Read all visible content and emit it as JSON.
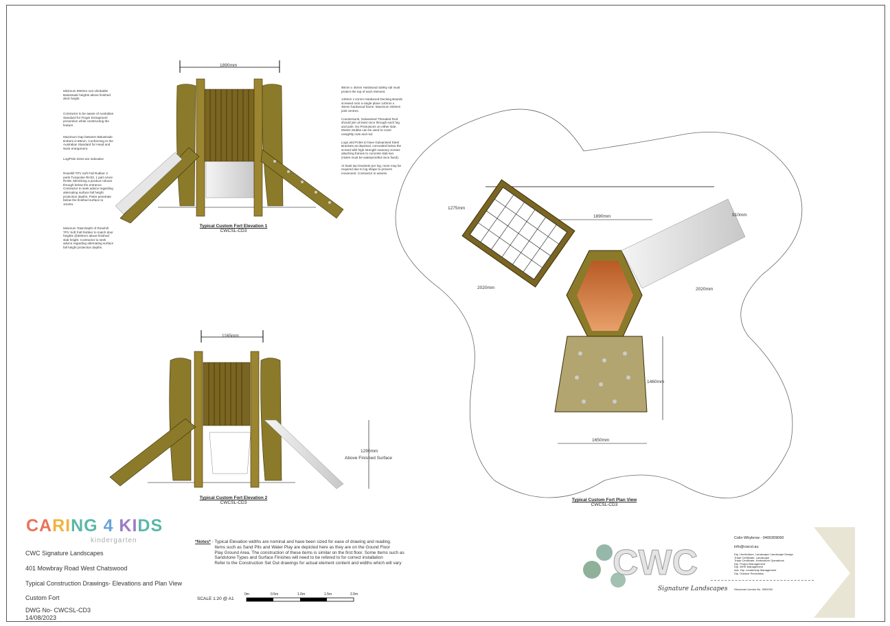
{
  "elevation1": {
    "caption": "Typical Custom Fort Elevation 1",
    "code": "CWCSL-CD3",
    "width_dim": "1890mm",
    "left_notes": [
      "Minimum 900mm non-climbable Balustrade heights above finished deck height",
      "Contractor to be aware of Australian Standard for Finger Entrapment prevention while constructing the feature",
      "Maximum Gap between Balustrade timbers is 89mm. Conforming to the Australian Standard for Head and Neck entrapment.",
      "Log/Pole Sizes are indicative",
      "Rosehill TPV Soft Fall Rubber 3 parts Turquoise RH33, 1 part Azure RH36. Mimicking a product colours through below the entrance. Contractor to seek advice regarding alternating surface fall height protection depths. Poles penetrate below the finished surface to 1metre.",
      "Minimum Total Depth of Rosehill TPV Soft Fall Rubber to match door heights @300mm above finished slab height. Contractor to seek advice regarding alternating surface fall height protection depths"
    ],
    "right_notes": [
      "90mm x 45mm Hardwood Safety rail must protect the top of each element.",
      "140mm x 21mm Hardwood Decking Boards screwed onto a single plane 140mm x 45mm hardwood frame. Maximum 450mm joist centres.",
      "Countersunk, Galvanised Threaded Rod should join at least once through each log and pole. No Protrusions on either side. Moses Stubbs can be used to cover unsightly nuts and rod.",
      "Logs and Poles to have Galvanised Steel Brackets as depicted, concealed below the screed with high strength masonry screws attaching frames to concrete slab two (Holes must be waterproofed once fixed).",
      "At least two brackets per log, more may be required due to log shape to prevent movement. Contractor to assess"
    ]
  },
  "elevation2": {
    "caption": "Typical Custom Fort Elevation 2",
    "code": "CWCSL-CD3",
    "width_dim": "1165mm",
    "height_dim": "1290mm",
    "height_note": "Above Finished Surface"
  },
  "plan": {
    "caption": "Typical Custom Fort Plan View",
    "code": "CWCSL-CD3",
    "dims": {
      "net_width": "1275mm",
      "top": "1890mm",
      "slide_width": "910mm",
      "net_length": "2020mm",
      "slide_length": "2020mm",
      "ramp_length": "1460mm",
      "ramp_width": "1650mm"
    }
  },
  "logo": {
    "brand": "CARING 4 KIDS",
    "sub": "kindergarten",
    "colors": [
      "#e8735a",
      "#f2b23b",
      "#5bb7a8",
      "#6aa3d8",
      "#9b7bc4"
    ]
  },
  "title_block": {
    "company": "CWC Signature Landscapes",
    "address": "401 Mowbray Road West Chatswood",
    "drawing_title": "Typical Construction Drawings- Elevations and Plan View",
    "item": "Custom Fort",
    "dwg_no": "DWG No- CWCSL-CD3",
    "date": "14/08/2023"
  },
  "notes": {
    "label": "*Notes*",
    "dash": " - ",
    "lines": [
      "Typical Elevation widths are nominal and have been sized for ease of drawing and reading.",
      "Items such as Sand Pits and Water Play are depicted here as they are on the Gound Floor",
      "Play Ground Area. The construction of these items is similar on the first floor. Some Items such as",
      "Sandstone Types and Surface Finishes will need to be refered to for correct installation",
      "Refer to the Construction Set Out drawings for actual element content and widths which will vary"
    ]
  },
  "scale": {
    "label": "SCALE 1:20 @ A1",
    "ticks": [
      "0m",
      "0.5m",
      "1.0m",
      "1.5m",
      "2.0m"
    ]
  },
  "cwc": {
    "logo": "CWC",
    "tagline": "Signature Landscapes",
    "contact": "Colin Whybrow - 0400309060",
    "email": "info@cwcsl.au",
    "quals": [
      "Dip. Horticulture, Landscape/ Landscape Design",
      "Trade Certificate, Landscape",
      "Trade Certificate, Horticulture Operations",
      "Dip. Project Management",
      "Dip. WHS Management",
      "Adv. Dip. Leadership Management",
      "Dip. Outdoor Recreation"
    ],
    "license": "Structural License No. 390209C"
  }
}
